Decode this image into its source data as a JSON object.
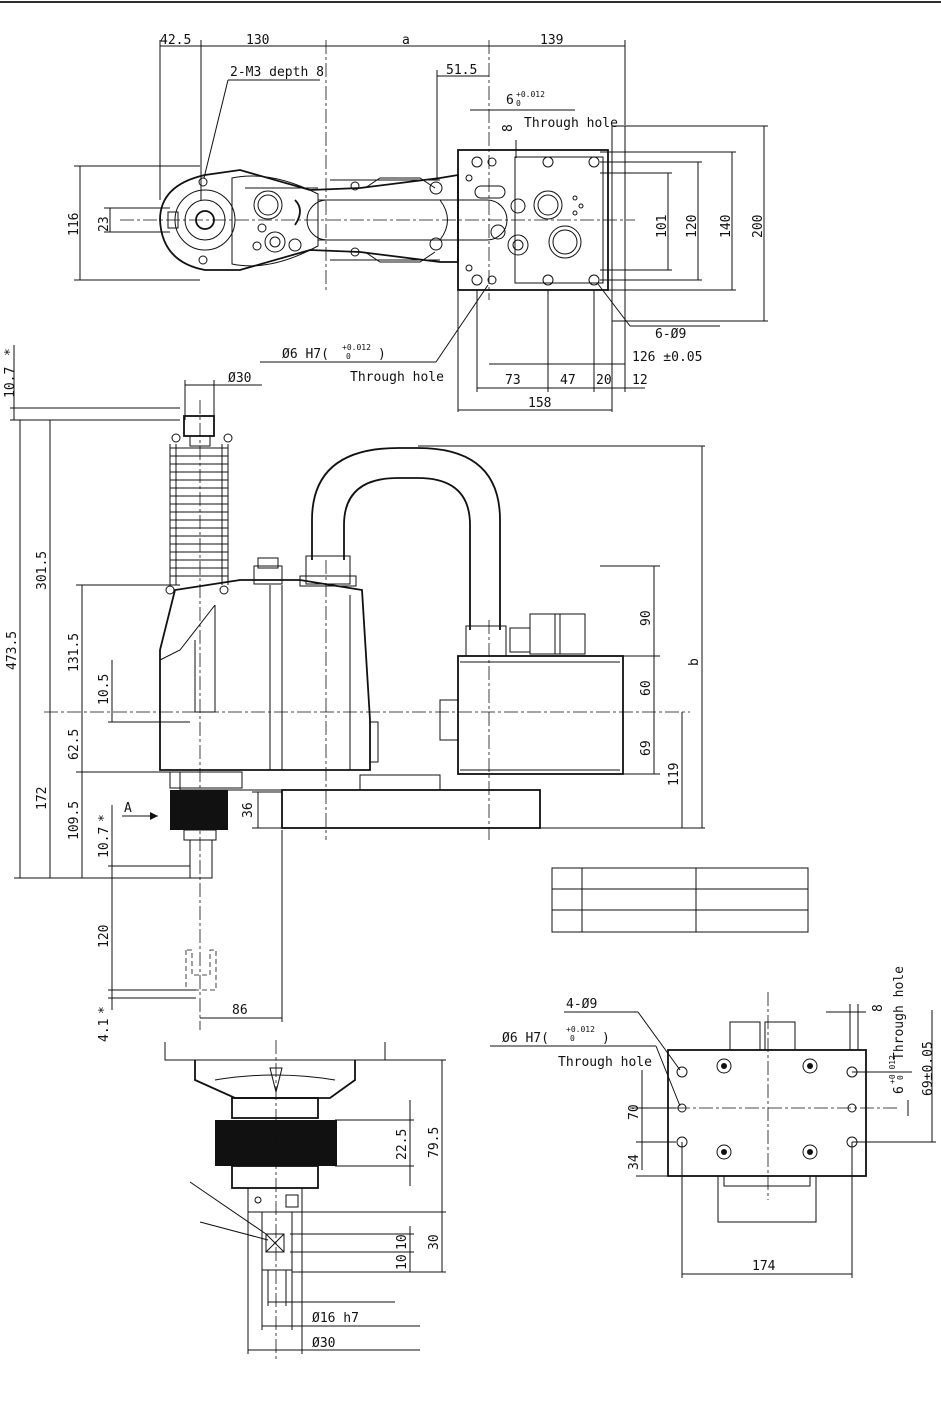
{
  "top_view": {
    "dim_42_5": "42.5",
    "dim_130": "130",
    "dim_a": "a",
    "dim_139": "139",
    "dim_51_5": "51.5",
    "screw_note": "2-M3 depth 8",
    "dim_6_main": "6",
    "dim_6_tol_upper": "+0.012",
    "dim_6_tol_lower": "0",
    "through_hole_1": "Through hole",
    "dim_8": "8",
    "dim_116": "116",
    "dim_23": "23",
    "dim_101": "101",
    "dim_120": "120",
    "dim_140": "140",
    "dim_200": "200",
    "holes_6_d9": "6-Ø9",
    "pin_hole_main": "Ø6 H7(",
    "pin_hole_upper": "+0.012",
    "pin_hole_lower": "0",
    "pin_hole_close": ")",
    "through_hole_2": "Through hole",
    "dim_126": "126 ±0.05",
    "dim_73": "73",
    "dim_47": "47",
    "dim_20": "20",
    "dim_12": "12",
    "dim_158": "158"
  },
  "side_view": {
    "dim_10_7_top": "10.7",
    "star_top": "*",
    "dim_d30": "Ø30",
    "dim_473_5": "473.5",
    "dim_301_5": "301.5",
    "dim_131_5": "131.5",
    "dim_10_5": "10.5",
    "dim_62_5": "62.5",
    "dim_172": "172",
    "dim_109_5": "109.5",
    "dim_10_7_bottom": "10.7",
    "star_mid": "*",
    "dim_120": "120",
    "dim_4_1": "4.1",
    "star_bottom": "*",
    "view_a": "A",
    "dim_36": "36",
    "dim_90": "90",
    "dim_60": "60",
    "dim_69": "69",
    "dim_119": "119",
    "dim_b": "b",
    "dim_86": "86"
  },
  "detail_view": {
    "dim_22_5": "22.5",
    "dim_79_5": "79.5",
    "dim_30": "30",
    "dim_10a": "10",
    "dim_10b": "10",
    "dim_d16": "Ø16 h7",
    "dim_d30": "Ø30"
  },
  "view_a": {
    "holes_4_d9": "4-Ø9",
    "pin_hole_main": "Ø6 H7(",
    "pin_hole_upper": "+0.012",
    "pin_hole_lower": "0",
    "pin_hole_close": ")",
    "through_hole": "Through hole",
    "dim_70": "70",
    "dim_34": "34",
    "dim_174": "174",
    "dim_8": "8",
    "through_hole_right": "Through hole",
    "dim_6_main": "6",
    "dim_6_upper": "+0.012",
    "dim_6_lower": "0",
    "dim_69": "69±0.05"
  }
}
